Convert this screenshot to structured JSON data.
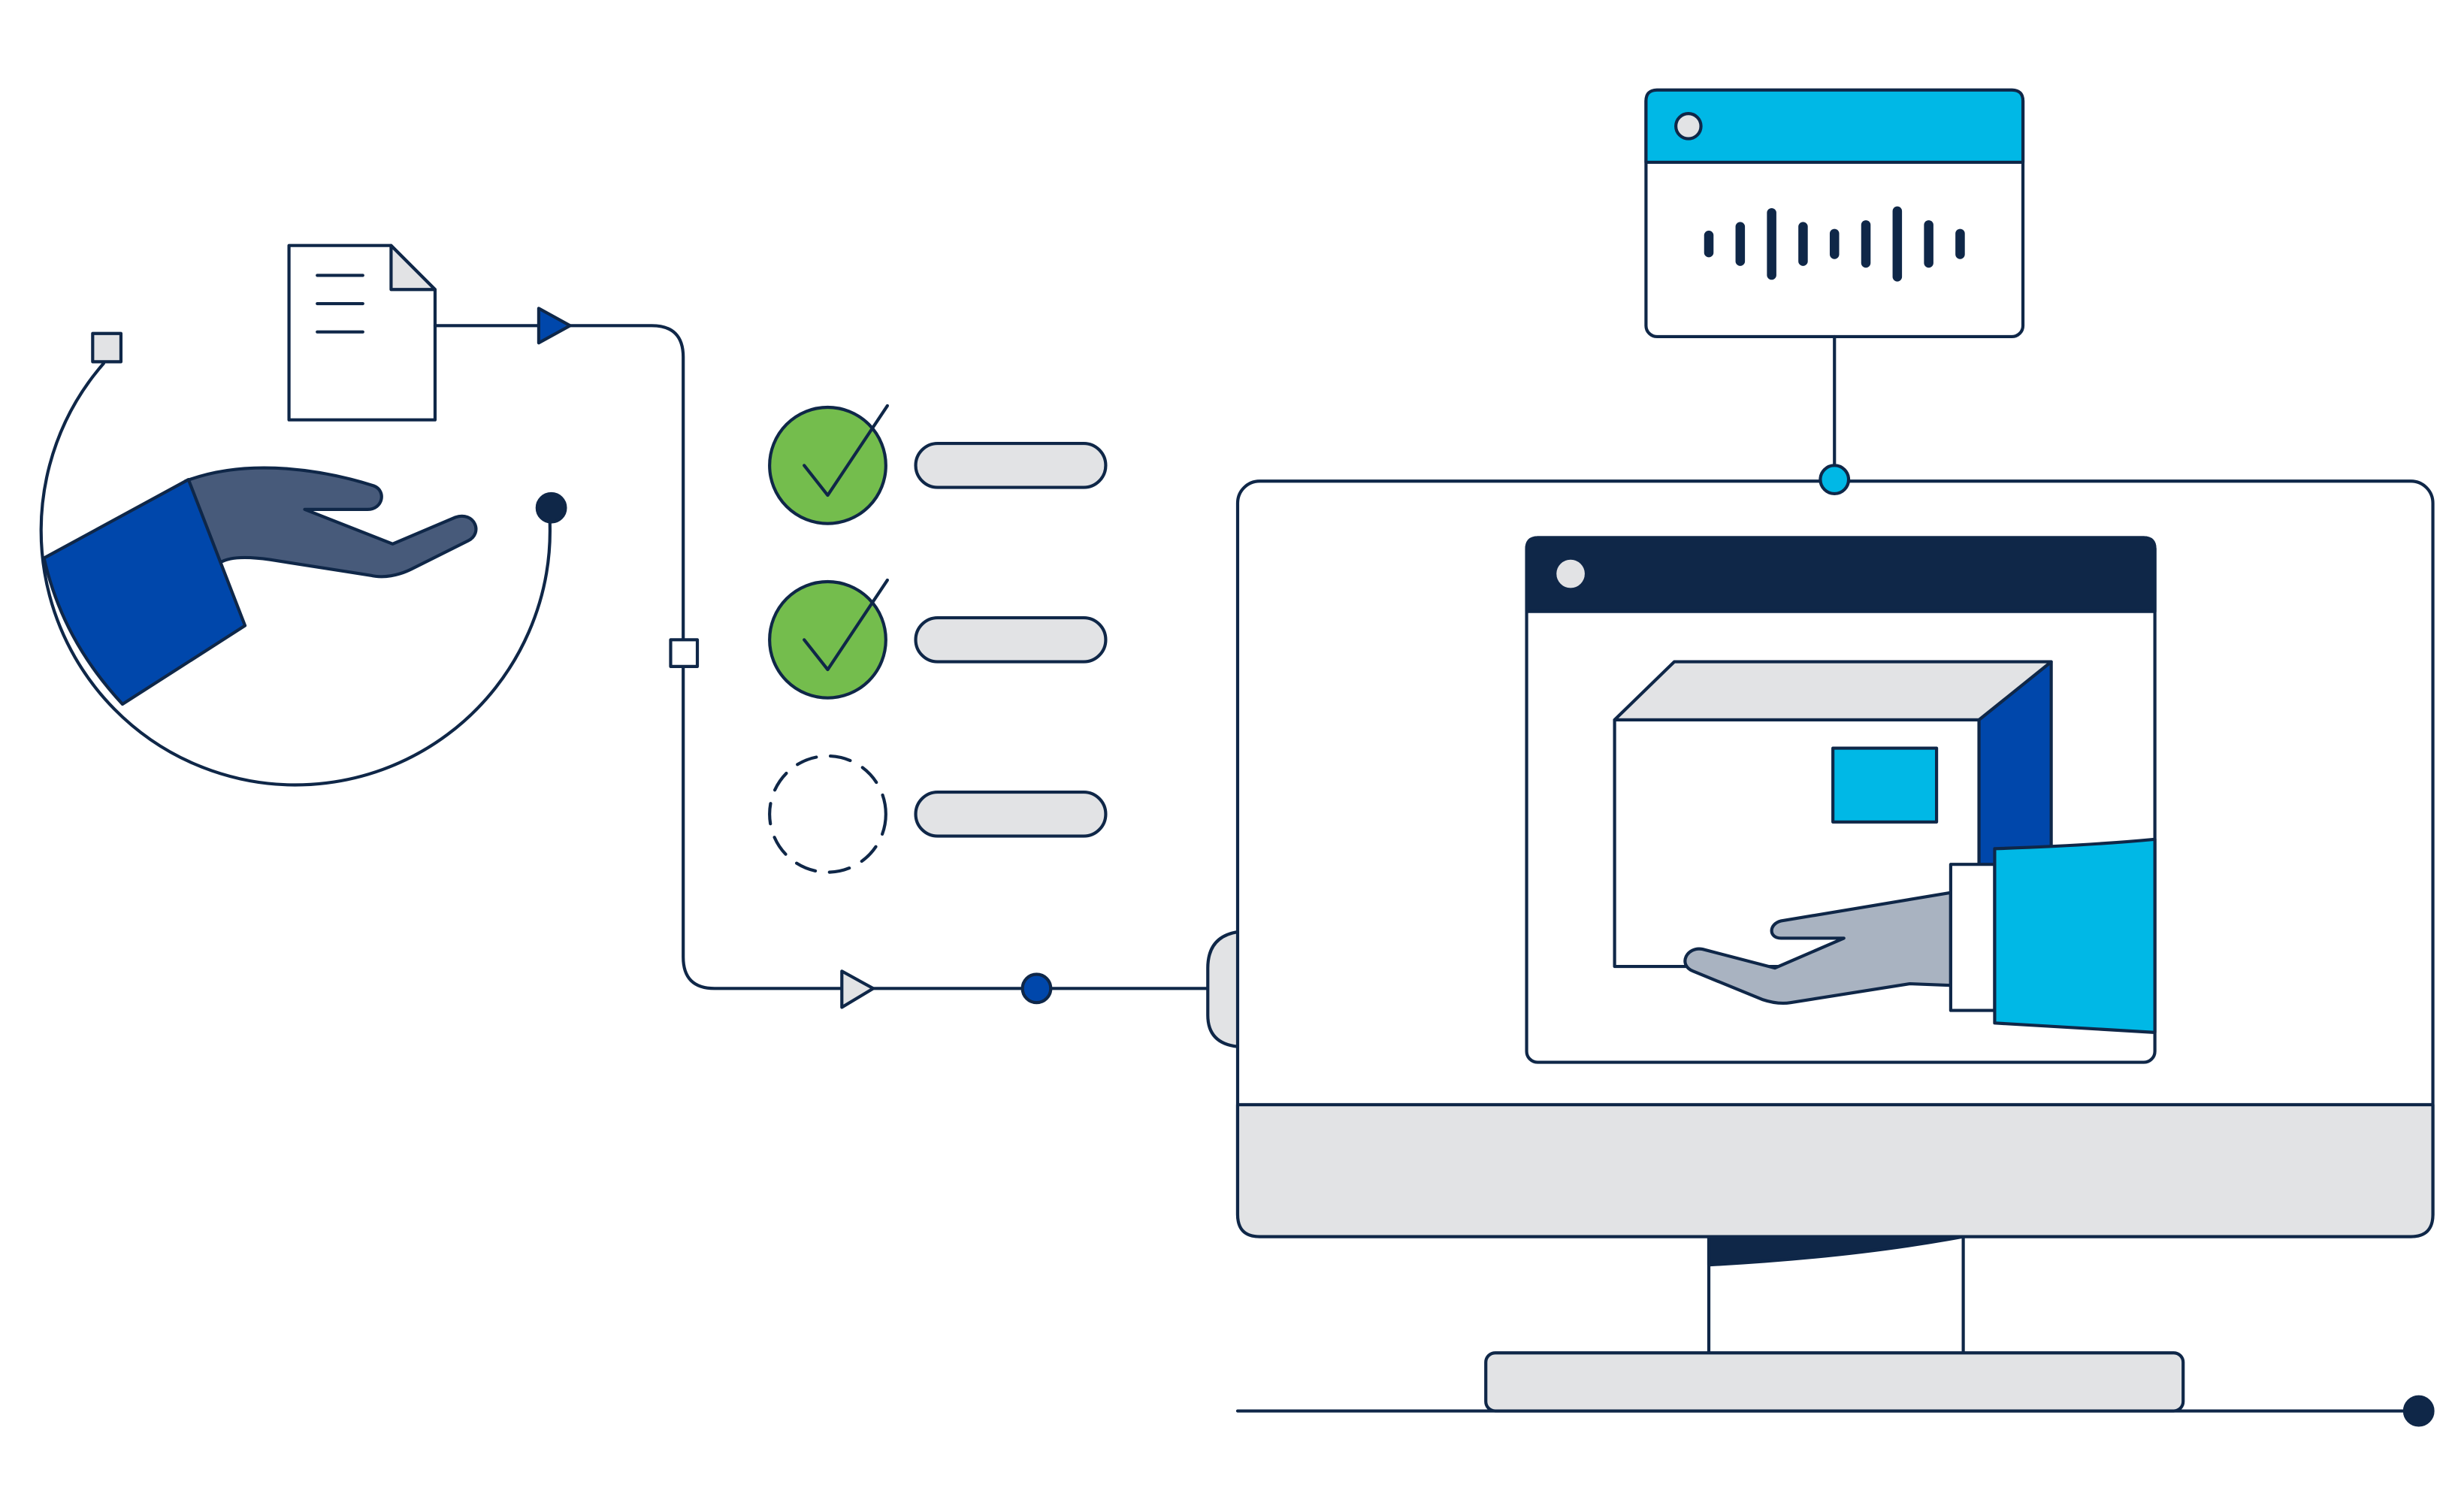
{
  "colors": {
    "outline": "#0f2748",
    "navy": "#0f2748",
    "cobalt": "#0047ab",
    "cyan": "#00b8e6",
    "light_gray": "#e2e3e5",
    "hand_gray": "#a9b3c1",
    "hand_slate": "#475a7a",
    "green": "#74bd4d",
    "white": "#ffffff"
  },
  "icons": {
    "document": "document-icon",
    "audio_window": "audio-waveform-window-icon",
    "box": "package-box-icon",
    "monitor": "desktop-monitor-icon"
  },
  "checklist": [
    {
      "status": "done"
    },
    {
      "status": "done"
    },
    {
      "status": "pending"
    }
  ],
  "waveform_bars": [
    0.25,
    0.5,
    0.9,
    0.5,
    0.3,
    0.55,
    0.95,
    0.55,
    0.3
  ]
}
